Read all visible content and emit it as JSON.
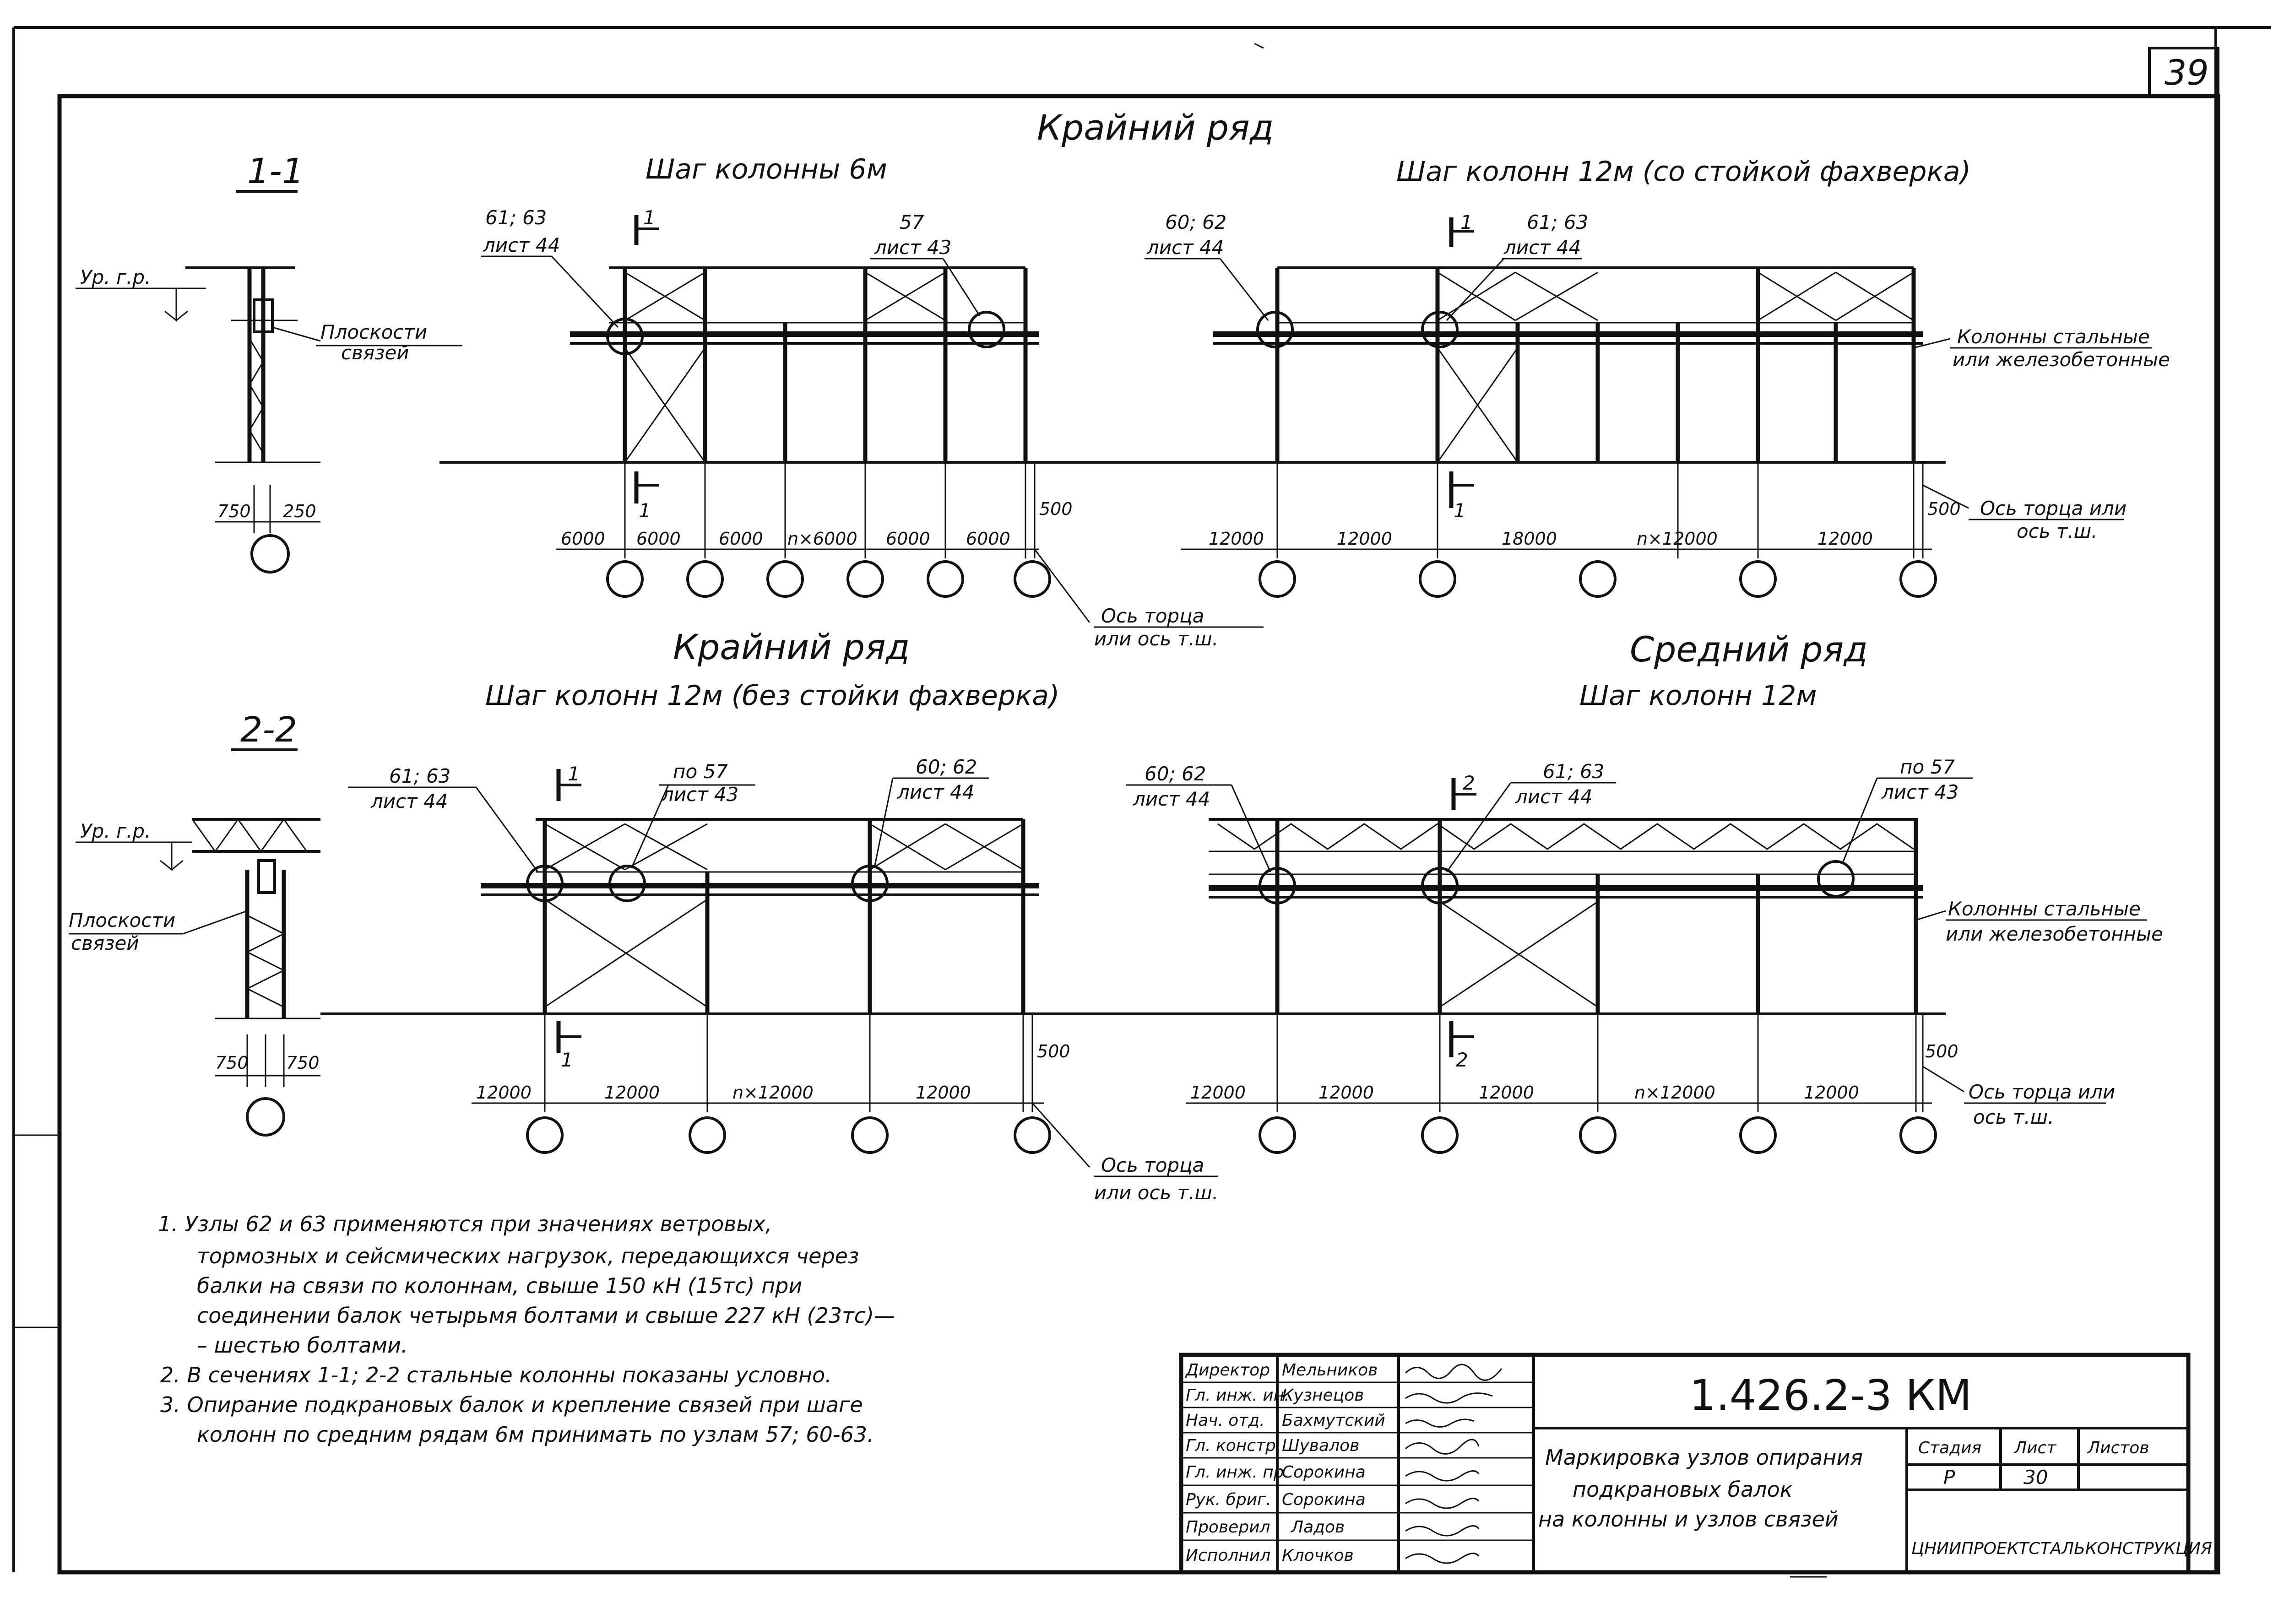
{
  "sheet_number": "39",
  "sections": {
    "s11": {
      "mark": "1-1",
      "row_title": "Крайний ряд",
      "level_label": "Ур. г.р.",
      "plane_label_1": "Плоскости",
      "plane_label_2": "связей",
      "dims": [
        "750",
        "250"
      ]
    },
    "s22": {
      "mark": "2-2",
      "level_label": "Ур. г.р.",
      "plane_label_1": "Плоскости",
      "plane_label_2": "связей",
      "dims": [
        "750",
        "750"
      ]
    }
  },
  "panels": {
    "p1": {
      "title": "Шаг колонны 6м",
      "callouts": [
        {
          "top": "61; 63",
          "bottom": "лист 44"
        },
        {
          "top": "57",
          "bottom": "лист 43"
        }
      ],
      "section_marks": [
        "1",
        "1"
      ],
      "dims": [
        "6000",
        "6000",
        "6000",
        "n×6000",
        "6000",
        "6000"
      ],
      "end_dim": "500",
      "axis_label_1": "Ось торца",
      "axis_label_2": "или ось т.ш."
    },
    "p2": {
      "title": "Шаг колонн 12м (со стойкой фахверка)",
      "callouts": [
        {
          "top": "60; 62",
          "bottom": "лист 44"
        },
        {
          "top": "61; 63",
          "bottom": "лист 44"
        }
      ],
      "section_marks": [
        "1",
        "1"
      ],
      "dims": [
        "12000",
        "12000",
        "18000",
        "n×12000",
        "12000"
      ],
      "end_dim": "500",
      "column_label_1": "Колонны стальные",
      "column_label_2": "или железобетонные",
      "axis_label_1": "Ось торца или",
      "axis_label_2": "ось т.ш."
    },
    "p3": {
      "row_title": "Крайний ряд",
      "title": "Шаг колонн 12м (без стойки фахверка)",
      "callouts": [
        {
          "top": "61; 63",
          "bottom": "лист 44"
        },
        {
          "top": "по 57",
          "bottom": "лист 43"
        },
        {
          "top": "60; 62",
          "bottom": "лист 44"
        }
      ],
      "section_marks": [
        "1",
        "1"
      ],
      "dims": [
        "12000",
        "12000",
        "n×12000",
        "12000"
      ],
      "end_dim": "500",
      "axis_label_1": "Ось торца",
      "axis_label_2": "или ось т.ш."
    },
    "p4": {
      "row_title": "Средний ряд",
      "title": "Шаг колонн 12м",
      "callouts": [
        {
          "top": "60; 62",
          "bottom": "лист 44"
        },
        {
          "top": "61; 63",
          "bottom": "лист 44"
        },
        {
          "top": "по 57",
          "bottom": "лист 43"
        }
      ],
      "section_marks": [
        "2",
        "2"
      ],
      "dims": [
        "12000",
        "12000",
        "12000",
        "n×12000",
        "12000"
      ],
      "end_dim": "500",
      "column_label_1": "Колонны стальные",
      "column_label_2": "или железобетонные",
      "axis_label_1": "Ось торца или",
      "axis_label_2": "ось т.ш."
    }
  },
  "notes": [
    "1.  Узлы 62 и 63  применяются  при значениях  ветровых,",
    "тормозных   и сейсмических нагрузок, передающихся через",
    "балки    на связи   по колоннам,  свыше  150 кН (15тс)   при",
    "соединении   балок   четырьмя   болтами   и  свыше  227 кН (23тс)—",
    "– шестью  болтами.",
    "2.  В сечениях  1-1; 2-2  стальные  колонны  показаны  условно.",
    "3.  Опирание  подкрановых  балок  и крепление связей  при шаге",
    "колонн   по  средним  рядам  6м   принимать  по узлам 57; 60-63."
  ],
  "title_block": {
    "code": "1.426.2-3 КМ",
    "description": [
      "Маркировка узлов опирания",
      "подкрановых балок",
      "на колонны и узлов связей"
    ],
    "stage_header": "Стадия",
    "sheet_header": "Лист",
    "sheets_header": "Листов",
    "stage": "Р",
    "sheet": "30",
    "organization": "ЦНИИПРОЕКТСТАЛЬКОНСТРУКЦИЯ",
    "staff": [
      {
        "role": "Директор",
        "name": "Мельников"
      },
      {
        "role": "Гл. инж. ин.",
        "name": "Кузнецов"
      },
      {
        "role": "Нач. отд.",
        "name": "Бахмутский"
      },
      {
        "role": "Гл. констр.",
        "name": "Шувалов"
      },
      {
        "role": "Гл. инж. пр.",
        "name": "Сорокина"
      },
      {
        "role": "Рук. бриг.",
        "name": "Сорокина"
      },
      {
        "role": "Проверил",
        "name": "Ладов"
      },
      {
        "role": "Исполнил",
        "name": "Клочков"
      }
    ]
  }
}
